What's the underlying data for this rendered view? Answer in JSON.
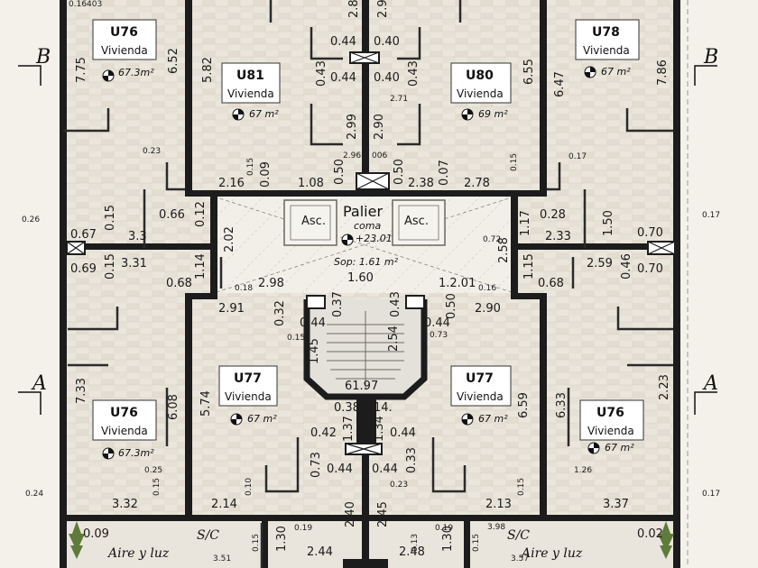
{
  "units": [
    {
      "id": "u76-nw",
      "code": "U76",
      "use": "Vivienda",
      "area": "67.3m²"
    },
    {
      "id": "u81",
      "code": "U81",
      "use": "Vivienda",
      "area": "67 m²"
    },
    {
      "id": "u80",
      "code": "U80",
      "use": "Vivienda",
      "area": "69 m²"
    },
    {
      "id": "u78",
      "code": "U78",
      "use": "Vivienda",
      "area": "67 m²"
    },
    {
      "id": "u76-sw",
      "code": "U76",
      "use": "Vivienda",
      "area": "67.3m²"
    },
    {
      "id": "u77-l",
      "code": "U77",
      "use": "Vivienda",
      "area": "67 m²"
    },
    {
      "id": "u77-r",
      "code": "U77",
      "use": "Vivienda",
      "area": "67 m²"
    },
    {
      "id": "u76-se",
      "code": "U76",
      "use": "Vivienda",
      "area": "67 m²"
    }
  ],
  "palier": {
    "title": "Palier",
    "sub": "coma",
    "level": "+23.01",
    "sop": "Sop: 1.61 m²",
    "run": "1.60"
  },
  "elevators": [
    "Asc.",
    "Asc."
  ],
  "sections": {
    "b_left": "B",
    "b_right": "B",
    "a_left": "A",
    "a_right": "A"
  },
  "aire_luz": [
    "Aire y luz",
    "Aire y luz"
  ],
  "sc": [
    "S/C",
    "S/C"
  ],
  "dims": {
    "d1": "0.44",
    "d2": "0.40",
    "d3": "0.44",
    "d4": "0.40",
    "d5": "0.43",
    "d6": "0.43",
    "d7": "2.71",
    "d8": "2.99",
    "d9": "2.90",
    "d10": "2.96",
    "d11": "006",
    "d12": "2.16",
    "d13": "0.15",
    "d14": "0.09",
    "d15": "1.08",
    "d16": "0.50",
    "d17": "0.50",
    "d18": "2.38",
    "d19": "0.07",
    "d20": "2.78",
    "d21": "0.15",
    "d22": "0.23",
    "d23": "0.17",
    "d24": "0.26",
    "d25": "0.17",
    "d26": "0.66",
    "d27": "0.12",
    "d28": "0.67",
    "d29": "0.15",
    "d30": "3.3",
    "d31": "0.69",
    "d32": "0.15",
    "d33": "3.31",
    "d34": "0.68",
    "d35": "2.02",
    "d36": "1.14",
    "d37": "0.28",
    "d38": "1.17",
    "d39": "2.33",
    "d40": "1.50",
    "d41": "0.70",
    "d42": "2.59",
    "d43": "0.46",
    "d44": "0.70",
    "d45": "2.58",
    "d46": "1.15",
    "d47": "0.68",
    "d48": "2.98",
    "d49": "0.18",
    "d50": "1.2.01",
    "d51": "0.16",
    "d52": "0.72",
    "d53": "2.91",
    "d54": "0.32",
    "d55": "0.44",
    "d56": "0.37",
    "d57": "0.43",
    "d58": "0.44",
    "d59": "0.50",
    "d60": "2.90",
    "d61": "0.15",
    "d62": "0.73",
    "d63": "61.97",
    "d64": "0.38",
    "d65": "14.",
    "d66": "0.42",
    "d67": "1.37",
    "d68": "1.34",
    "d69": "0.44",
    "d70": "0.73",
    "d71": "0.44",
    "d72": "0.44",
    "d73": "0.33",
    "d74": "0.23",
    "d75": "2.40",
    "d76": "2.45",
    "d77": "0.25",
    "d78": "1.26",
    "d79": "3.32",
    "d80": "2.14",
    "d81": "2.13",
    "d82": "3.37",
    "d83": "0.24",
    "d84": "0.17",
    "d85": "0.09",
    "d86": "0.19",
    "d87": "0.19",
    "d88": "3.98",
    "d89": "0.02",
    "d90": "1.30",
    "d91": "2.44",
    "d92": "2.48",
    "d93": "1.30",
    "d94": "3.51",
    "d95": "3.57",
    "d96": "7.75",
    "d97": "6.52",
    "d98": "5.82",
    "d99": "6.55",
    "d100": "6.47",
    "d101": "7.86",
    "d102": "7.33",
    "d103": "6.08",
    "d104": "5.74",
    "d105": "6.59",
    "d106": "6.33",
    "d107": "2.23",
    "d108": "2.8",
    "d109": "2.9",
    "d110": "0.16403",
    "d111": "2.54",
    "d112": "1.45",
    "d113": "0.15",
    "d114": "0.10",
    "d115": "0.15",
    "d116": "0.15",
    "d117": "0.13",
    "d118": "0.15"
  },
  "colors": {
    "wall": "#1c1c1c",
    "floor": "#e9e4da",
    "tile": "#ddd6c9",
    "bg": "#f4f1ea"
  }
}
